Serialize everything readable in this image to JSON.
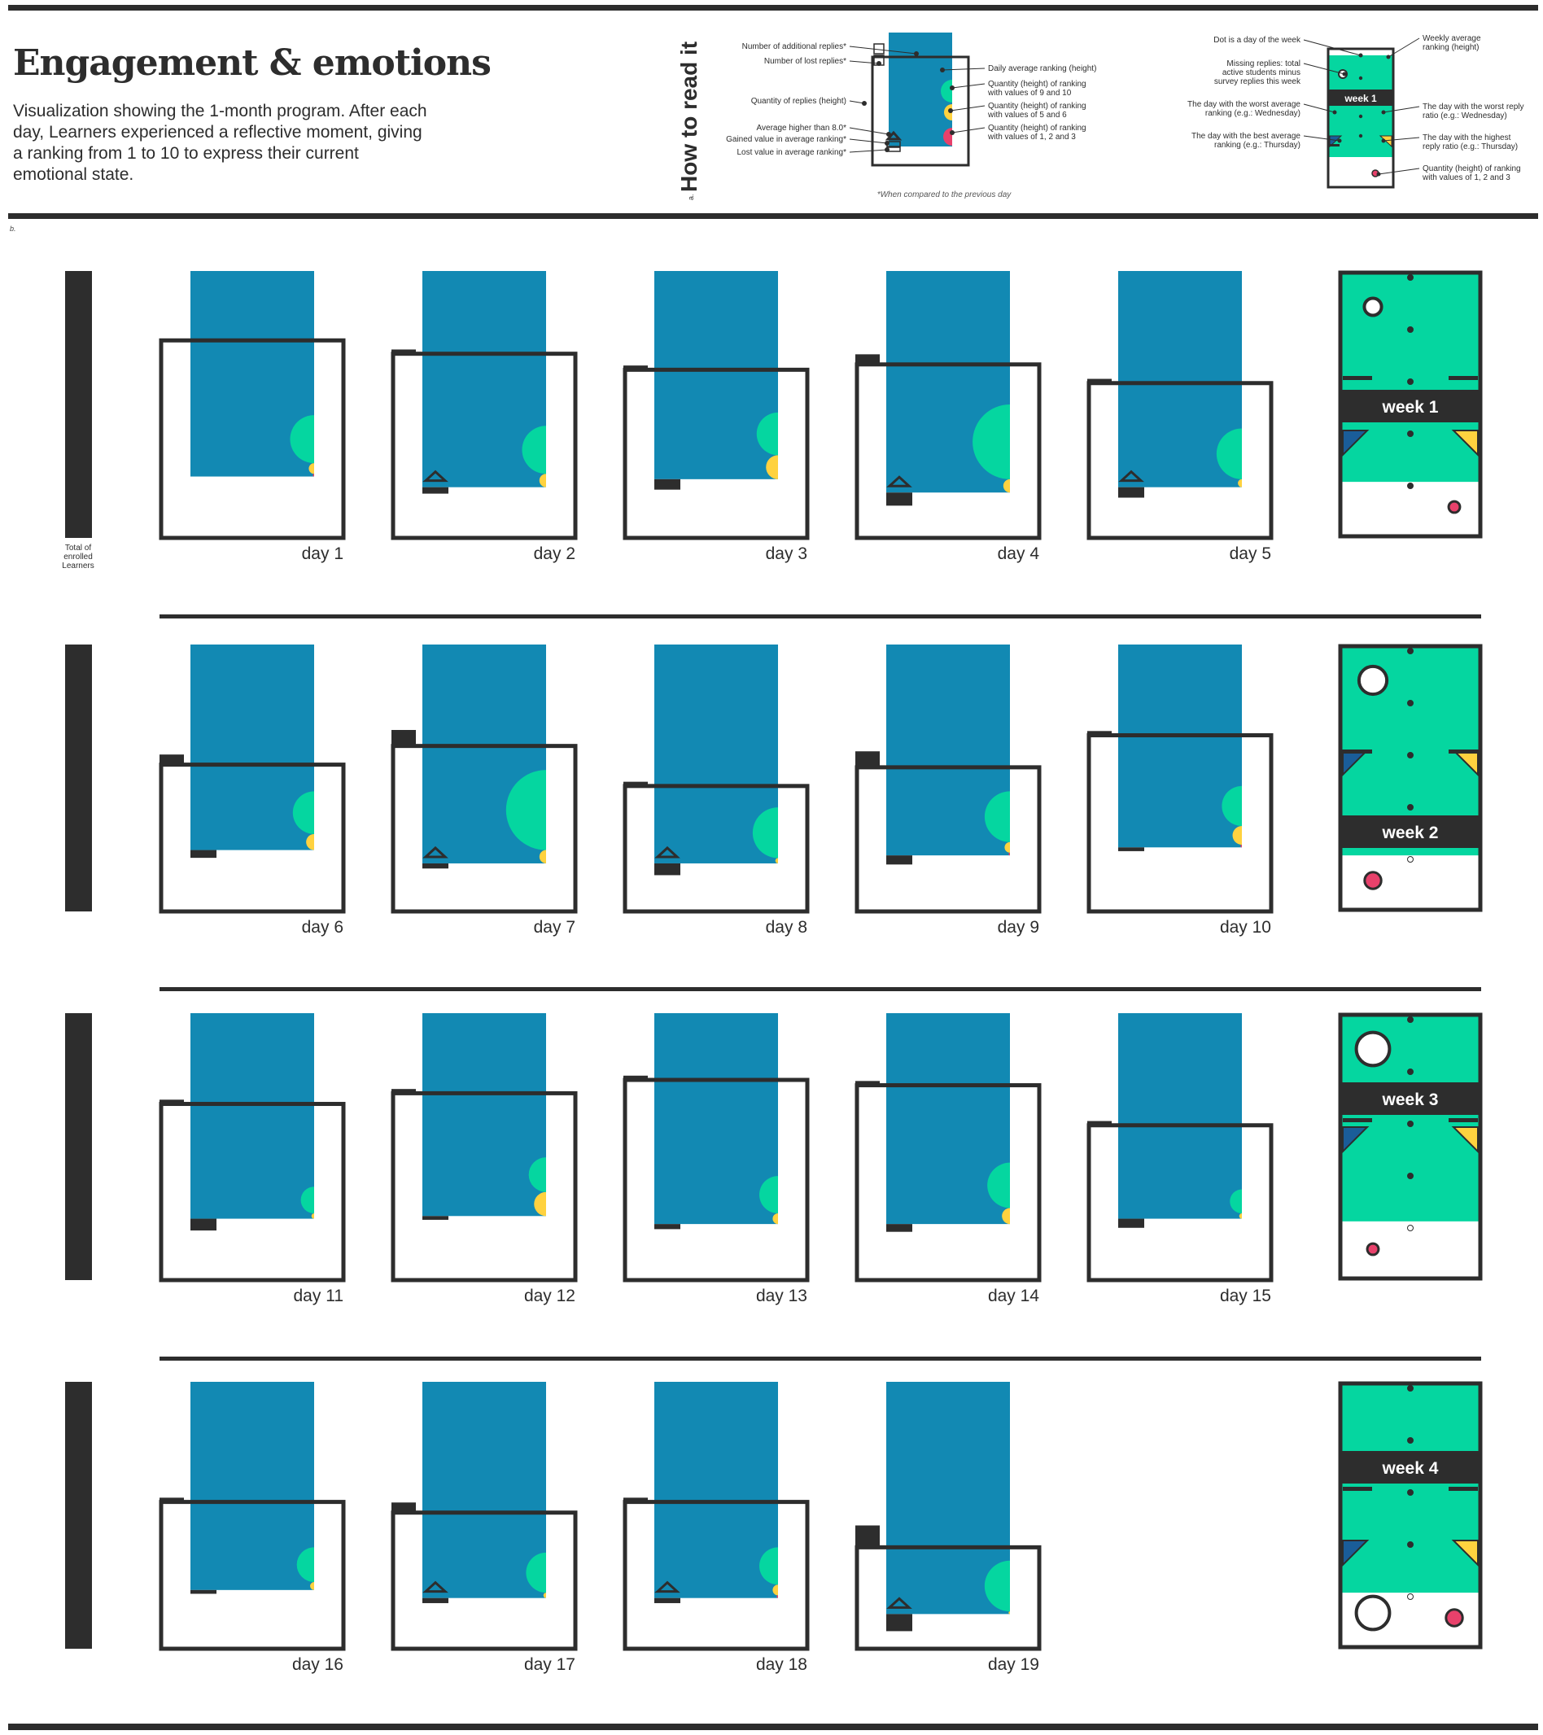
{
  "title": "Engagement & emotions",
  "description": "Visualization showing the 1-month program. After each day, Learners experienced a reflective moment, giving a ranking from 1 to 10 to express their current emotional state.",
  "colors": {
    "dark": "#2d2d2d",
    "replies_blue": "#1289b3",
    "high_green": "#05d6a0",
    "mid_yellow": "#ffd23f",
    "low_red": "#e8416b",
    "background": "#ffffff"
  },
  "legend_daily": {
    "mark": "a.",
    "heading": "How to read it",
    "footnote": "*When compared to the previous day",
    "labels_left": [
      "Number of additional replies*",
      "Number of lost replies*",
      "Quantity of replies (height)",
      "Average higher than 8.0*",
      "Gained value in average ranking*",
      "Lost value in average ranking*"
    ],
    "labels_right": [
      "Daily average ranking (height)",
      "Quantity (height) of ranking|with values of 9 and 10",
      "Quantity (height) of ranking|with values of 5 and 6",
      "Quantity (height) of ranking|with values of 1, 2 and 3"
    ]
  },
  "legend_weekly": {
    "week_label": "week 1",
    "labels_left": [
      "Dot is a day of the week",
      "Missing replies: total|active students minus|survey replies this week",
      "The day with the worst average|ranking (e.g.: Wednesday)",
      "The day with the best average|ranking (e.g.: Thursday)"
    ],
    "labels_right": [
      "Weekly average|ranking (height)",
      "The day with the worst reply|ratio (e.g.: Wednesday)",
      "The day with the highest|reply ratio (e.g.: Thursday)",
      "Quantity (height) of ranking|with values of 1, 2 and 3"
    ]
  },
  "section_mark": "b.",
  "enrolled_label": "Total of|enrolled|Learners",
  "chart_data": {
    "type": "custom-glyph-grid",
    "title": "Engagement & emotions",
    "days": [
      {
        "label": "day 1",
        "replies": 0.74,
        "avg": 0.77,
        "high": 0.18,
        "mid": 0.04,
        "low": 0.01,
        "gained": 0,
        "lost": 0,
        "above8": false
      },
      {
        "label": "day 2",
        "replies": 0.69,
        "avg": 0.81,
        "high": 0.18,
        "mid": 0.05,
        "low": 0,
        "gained": 0.03,
        "lost": 0.01,
        "above8": true
      },
      {
        "label": "day 3",
        "replies": 0.63,
        "avg": 0.78,
        "high": 0.16,
        "mid": 0.09,
        "low": 0,
        "gained": 0.06,
        "lost": 0.01,
        "above8": false
      },
      {
        "label": "day 4",
        "replies": 0.65,
        "avg": 0.83,
        "high": 0.28,
        "mid": 0.05,
        "low": 0,
        "gained": 0.08,
        "lost": 0.02,
        "above8": true
      },
      {
        "label": "day 5",
        "replies": 0.58,
        "avg": 0.81,
        "high": 0.19,
        "mid": 0.03,
        "low": 0,
        "gained": 0.06,
        "lost": 0,
        "above8": true
      },
      {
        "label": "day 6",
        "replies": 0.55,
        "avg": 0.77,
        "high": 0.16,
        "mid": 0.06,
        "low": 0,
        "gained": 0.04,
        "lost": 0.02,
        "above8": false
      },
      {
        "label": "day 7",
        "replies": 0.62,
        "avg": 0.82,
        "high": 0.3,
        "mid": 0.05,
        "low": 0,
        "gained": 0.02,
        "lost": 0.03,
        "above8": true
      },
      {
        "label": "day 8",
        "replies": 0.47,
        "avg": 0.82,
        "high": 0.19,
        "mid": 0.02,
        "low": 0,
        "gained": 0.07,
        "lost": 0.01,
        "above8": true
      },
      {
        "label": "day 9",
        "replies": 0.54,
        "avg": 0.79,
        "high": 0.19,
        "mid": 0.04,
        "low": 0.01,
        "gained": 0.05,
        "lost": 0.03,
        "above8": false
      },
      {
        "label": "day 10",
        "replies": 0.66,
        "avg": 0.76,
        "high": 0.15,
        "mid": 0.07,
        "low": 0.01,
        "gained": 0.01,
        "lost": 0.01,
        "above8": false
      },
      {
        "label": "day 11",
        "replies": 0.66,
        "avg": 0.77,
        "high": 0.1,
        "mid": 0.02,
        "low": 0,
        "gained": 0.07,
        "lost": 0.01,
        "above8": false
      },
      {
        "label": "day 12",
        "replies": 0.7,
        "avg": 0.76,
        "high": 0.13,
        "mid": 0.09,
        "low": 0,
        "gained": 0.01,
        "lost": 0.01,
        "above8": false
      },
      {
        "label": "day 13",
        "replies": 0.75,
        "avg": 0.79,
        "high": 0.14,
        "mid": 0.04,
        "low": 0,
        "gained": 0.02,
        "lost": 0,
        "above8": false
      },
      {
        "label": "day 14",
        "replies": 0.73,
        "avg": 0.79,
        "high": 0.17,
        "mid": 0.06,
        "low": 0,
        "gained": 0.04,
        "lost": 0.01,
        "above8": false
      },
      {
        "label": "day 15",
        "replies": 0.58,
        "avg": 0.77,
        "high": 0.09,
        "mid": 0.02,
        "low": 0,
        "gained": 0.05,
        "lost": 0.01,
        "above8": false
      },
      {
        "label": "day 16",
        "replies": 0.55,
        "avg": 0.78,
        "high": 0.13,
        "mid": 0.03,
        "low": 0,
        "gained": 0.01,
        "lost": 0.01,
        "above8": false
      },
      {
        "label": "day 17",
        "replies": 0.51,
        "avg": 0.81,
        "high": 0.15,
        "mid": 0.02,
        "low": 0,
        "gained": 0.02,
        "lost": 0.02,
        "above8": true
      },
      {
        "label": "day 18",
        "replies": 0.55,
        "avg": 0.81,
        "high": 0.14,
        "mid": 0.04,
        "low": 0.01,
        "gained": 0.02,
        "lost": 0.01,
        "above8": true
      },
      {
        "label": "day 19",
        "replies": 0.38,
        "avg": 0.87,
        "high": 0.19,
        "mid": 0.01,
        "low": 0,
        "gained": 0.11,
        "lost": 0.04,
        "above8": true
      }
    ],
    "weeks": [
      {
        "label": "week 1",
        "avg": 0.79,
        "missing": 0.04,
        "low": 0.03,
        "worst_avg_day": 3,
        "best_avg_day": 4,
        "worst_reply_day": 1,
        "best_reply_day": 4
      },
      {
        "label": "week 2",
        "avg": 0.79,
        "missing": 0.08,
        "low": 0.05,
        "worst_avg_day": 2,
        "best_avg_day": 2,
        "worst_reply_day": 1,
        "best_reply_day": 4
      },
      {
        "label": "week 3",
        "avg": 0.78,
        "missing": 0.1,
        "low": 0.03,
        "worst_avg_day": 2,
        "best_avg_day": 0,
        "worst_reply_day": 1,
        "best_reply_day": 5
      },
      {
        "label": "week 4",
        "avg": 0.79,
        "missing": 0.1,
        "low": 0.05,
        "worst_avg_day": 3,
        "best_avg_day": 0,
        "worst_reply_day": 1,
        "best_reply_day": 3
      }
    ]
  }
}
